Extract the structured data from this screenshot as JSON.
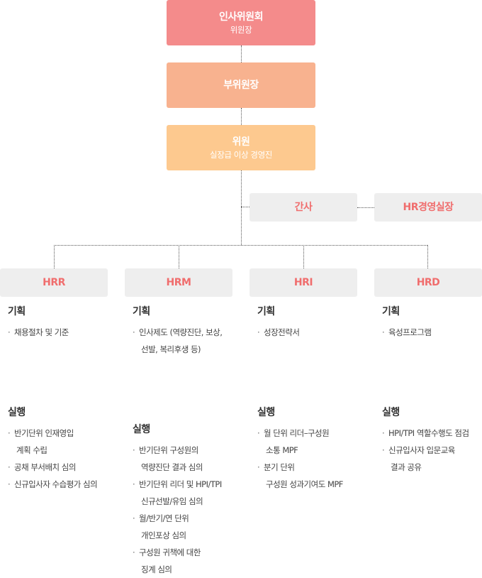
{
  "top": {
    "committee": {
      "title": "인사위원회",
      "sub": "위원장",
      "color": "#f48b8b"
    },
    "vice": {
      "title": "부위원장",
      "color": "#f8b28f"
    },
    "member": {
      "title": "위원",
      "sub": "실장급 이상 경영진",
      "color": "#fdc98f"
    }
  },
  "side": {
    "secretary": "간사",
    "hr_head": "HR경영실장"
  },
  "columns": [
    {
      "name": "HRR",
      "plan_title": "기획",
      "plan": [
        [
          "채용절차 및 기준"
        ]
      ],
      "exec_title": "실행",
      "exec": [
        [
          "반기단위 인재영입",
          "계획 수립"
        ],
        [
          "공채 부서배치 심의"
        ],
        [
          "신규입사자 수습평가 심의"
        ]
      ]
    },
    {
      "name": "HRM",
      "plan_title": "기획",
      "plan": [
        [
          "인사제도 (역량진단, 보상,",
          "선발, 복리후생 등)"
        ]
      ],
      "exec_title": "실행",
      "exec": [
        [
          "반기단위 구성원의",
          "역량진단 결과 심의"
        ],
        [
          "반기단위 리더 및 HPI/TPI",
          "신규선발/유임 심의"
        ],
        [
          "월/반기/연 단위",
          "개인포상 심의"
        ],
        [
          "구성원 귀책에 대한",
          "징계 심의"
        ]
      ]
    },
    {
      "name": "HRI",
      "plan_title": "기획",
      "plan": [
        [
          "성장전략서"
        ]
      ],
      "exec_title": "실행",
      "exec": [
        [
          "월 단위 리더–구성원",
          "소통 MPF"
        ],
        [
          "분기 단위",
          "구성원 성과기여도 MPF"
        ]
      ]
    },
    {
      "name": "HRD",
      "plan_title": "기획",
      "plan": [
        [
          "육성프로그램"
        ]
      ],
      "exec_title": "실행",
      "exec": [
        [
          "HPI/TPI 역할수행도 점검"
        ],
        [
          "신규입사자 입문교육",
          "결과 공유"
        ]
      ]
    }
  ],
  "colors": {
    "accent_text": "#f06d6d",
    "gray_box": "#eeeeee"
  }
}
